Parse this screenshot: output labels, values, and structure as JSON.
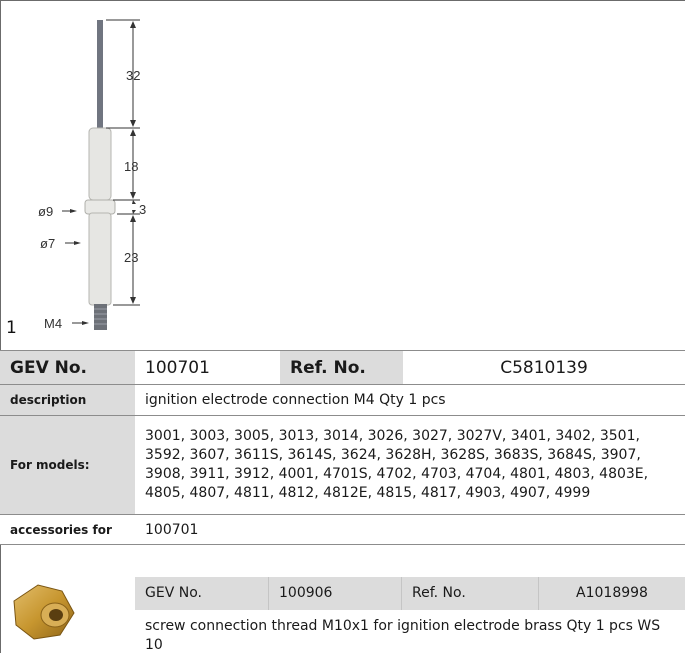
{
  "figure": {
    "number": "1",
    "dimensions": {
      "d32": "32",
      "d18": "18",
      "d3": "3",
      "d23": "23",
      "dia9": "ø9",
      "dia7": "ø7",
      "thread": "M4"
    }
  },
  "product": {
    "gev_label": "GEV No.",
    "gev_value": "100701",
    "ref_label": "Ref. No.",
    "ref_value": "C5810139",
    "description_label": "description",
    "description_value": "ignition electrode  connection M4 Qty 1 pcs",
    "models_label": "For models:",
    "models_value": "3001, 3003, 3005, 3013, 3014, 3026, 3027, 3027V, 3401, 3402, 3501, 3592, 3607, 3611S, 3614S, 3624, 3628H, 3628S, 3683S, 3684S, 3907, 3908, 3911, 3912, 4001, 4701S, 4702, 4703, 4704, 4801, 4803, 4803E, 4805, 4807, 4811, 4812, 4812E, 4815, 4817, 4903, 4907, 4999",
    "accessories_label": "accessories for",
    "accessories_value": "100701"
  },
  "accessory": {
    "gev_label": "GEV No.",
    "gev_value": "100906",
    "ref_label": "Ref. No.",
    "ref_value": "A1018998",
    "description": "screw connection  thread M10x1 for ignition electrode brass Qty 1 pcs WS 10"
  },
  "colors": {
    "label_bg": "#dcdcdc",
    "ceramic": "#e8e8e6",
    "brass": "#c79a3a"
  }
}
